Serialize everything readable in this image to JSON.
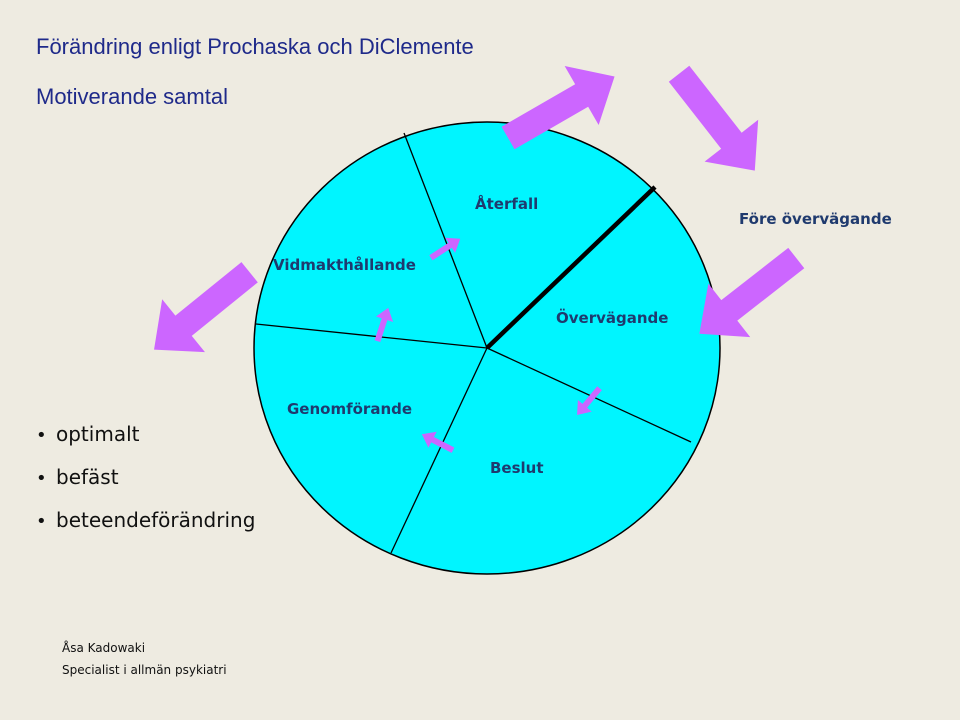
{
  "header": {
    "title": "Förändring enligt Prochaska och DiClemente",
    "subtitle": "Motiverande samtal"
  },
  "diagram": {
    "labels": {
      "aterfall": "Återfall",
      "fore_overvagande": "Före övervägande",
      "vidmakthallande": "Vidmakthållande",
      "overvagande": "Övervägande",
      "genomforande": "Genomförande",
      "beslut": "Beslut"
    }
  },
  "bullets": [
    "optimalt",
    "befäst",
    "beteendeförändring"
  ],
  "footer": {
    "author": "Åsa Kadowaki",
    "role": "Specialist i allmän psykiatri"
  },
  "colors": {
    "circle_fill": "#00f5ff",
    "arrow_fill": "#cc66ff",
    "title_color": "#1f2a8a",
    "background": "#eeebe1"
  }
}
